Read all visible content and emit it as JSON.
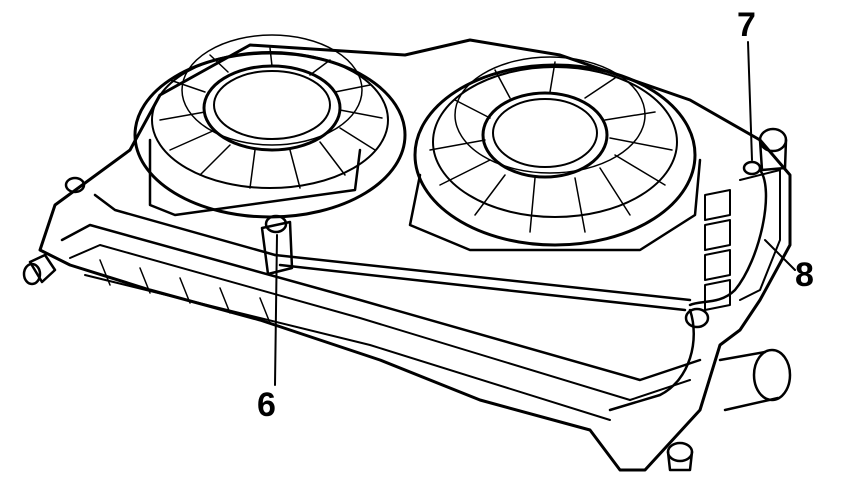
{
  "figure": {
    "callouts": {
      "c6": "6",
      "c7": "7",
      "c8": "8"
    },
    "colors": {
      "ink": "#000000",
      "paper": "#ffffff"
    }
  }
}
